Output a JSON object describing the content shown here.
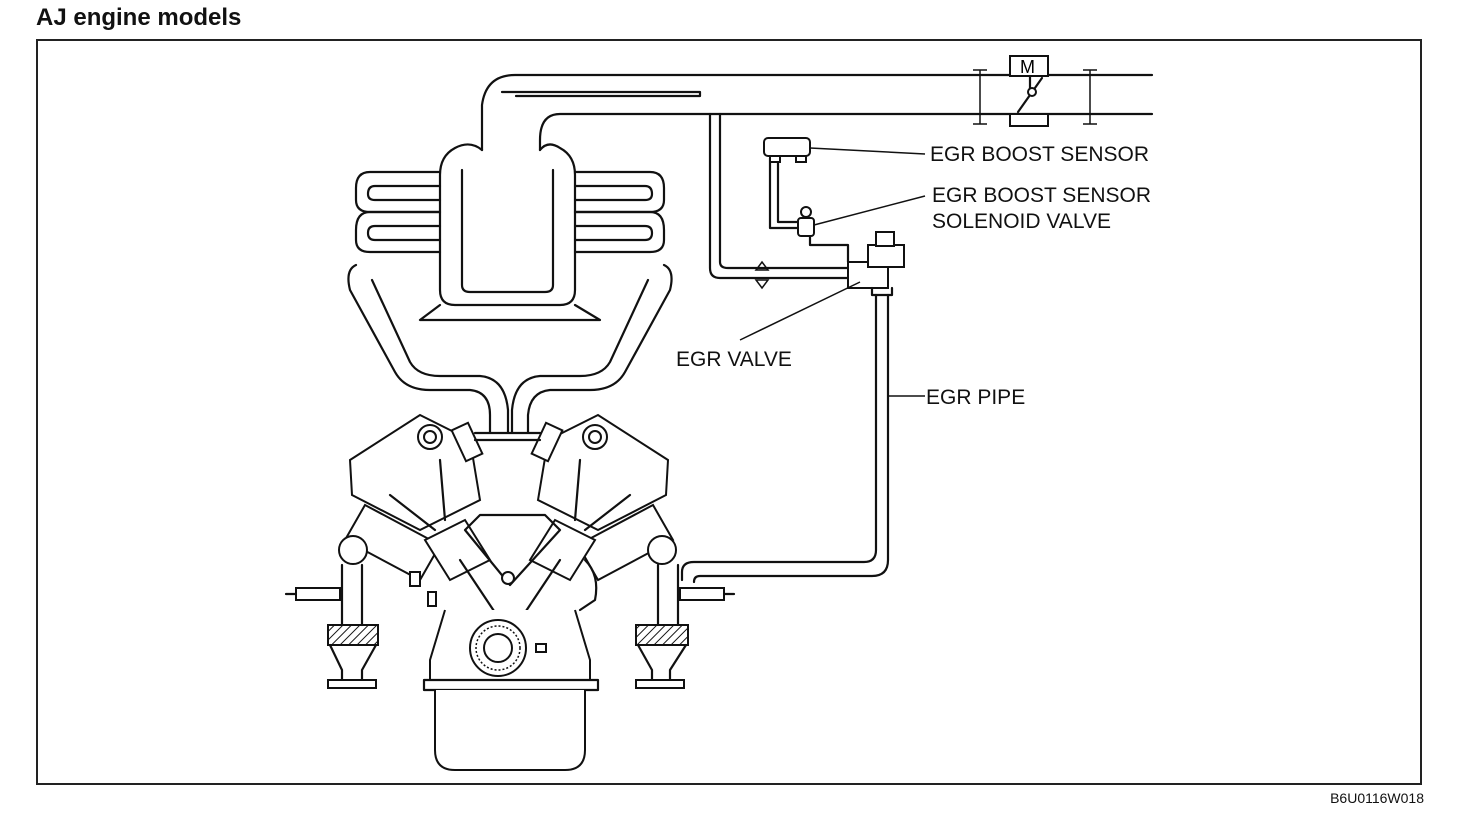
{
  "title": "AJ engine models",
  "labels": {
    "egr_boost_sensor": "EGR BOOST SENSOR",
    "egr_boost_sensor_solenoid_line1": "EGR BOOST SENSOR",
    "egr_boost_sensor_solenoid_line2": "SOLENOID VALVE",
    "egr_valve": "EGR VALVE",
    "egr_pipe": "EGR PIPE",
    "throttle_motor": "M"
  },
  "figure_code": "B6U0116W018"
}
